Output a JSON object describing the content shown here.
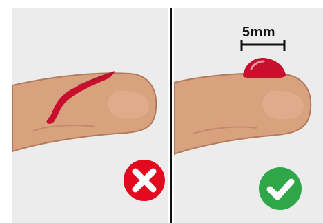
{
  "colors": {
    "panel_bg": "#ececec",
    "skin": "#d9a27f",
    "skin_shadow": "#c0866a",
    "blood": "#c8102e",
    "blood_dark": "#8e0b1f",
    "wrong": "#e30a1f",
    "correct": "#2fa749",
    "divider": "#111111"
  },
  "left_panel": {
    "icon": "cross-icon",
    "meaning": "incorrect"
  },
  "right_panel": {
    "icon": "check-icon",
    "meaning": "correct",
    "measurement_label": "5mm"
  }
}
